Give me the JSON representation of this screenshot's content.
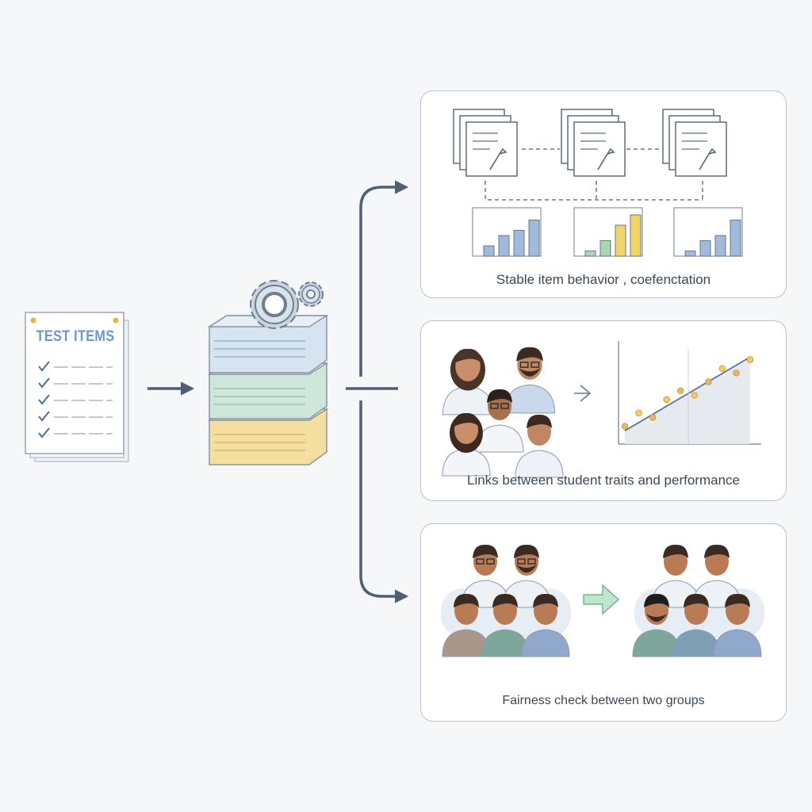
{
  "test_items": {
    "title": "TEST ITEMS",
    "checklist_count": 5
  },
  "outcomes": [
    {
      "caption": "Stable item behavior , coefenctation"
    },
    {
      "caption": "Links between student traits and performance"
    },
    {
      "caption": "Fairness check between two groups"
    }
  ],
  "colors": {
    "arrow": "#4f5f75",
    "panel_border": "#b9c3d0",
    "layer_blue": "#d6e3f0",
    "layer_green": "#cfe7da",
    "layer_yellow": "#f4dea0",
    "bar_blue": "#9fbadb",
    "bar_green": "#a9d6b3",
    "bar_yellow": "#f2d46a",
    "accent_green": "#8fd1a6"
  },
  "chart_data": [
    {
      "type": "bar",
      "title": "",
      "values": [
        2,
        4,
        5,
        7
      ]
    },
    {
      "type": "bar",
      "title": "",
      "values": [
        1,
        3,
        6,
        8
      ]
    },
    {
      "type": "bar",
      "title": "",
      "values": [
        1,
        3,
        4,
        7
      ]
    },
    {
      "type": "scatter",
      "title": "",
      "x": [
        1,
        2,
        3,
        4,
        5,
        6,
        7,
        8,
        9,
        10
      ],
      "y": [
        2,
        3.5,
        3,
        5,
        6,
        5.5,
        7,
        8.5,
        8,
        9.5
      ],
      "trend": [
        1.5,
        9.8
      ]
    }
  ]
}
